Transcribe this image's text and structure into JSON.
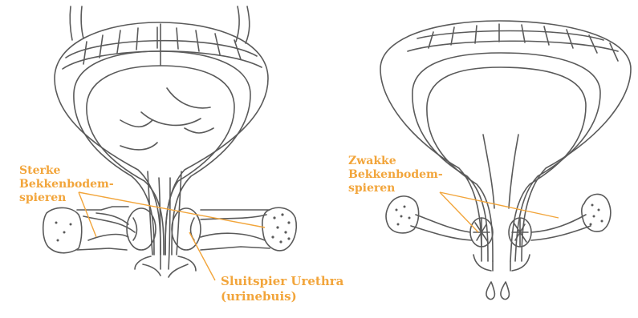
{
  "colors": {
    "label": "#f2a53b",
    "line": "#5a5a5a",
    "background": "#ffffff"
  },
  "labels": {
    "strong_muscles": [
      "Sterke",
      "Bekkenbodem-",
      "spieren"
    ],
    "sphincter": [
      "Sluitspier Urethra",
      "(urinebuis)"
    ],
    "weak_muscles": [
      "Zwakke",
      "Bekkenbodem-",
      "spieren"
    ]
  },
  "icons": {
    "left_bladder": "bladder-strong-pelvic-floor-icon",
    "right_bladder": "bladder-weak-pelvic-floor-icon",
    "drops": "urine-drop-icon"
  }
}
